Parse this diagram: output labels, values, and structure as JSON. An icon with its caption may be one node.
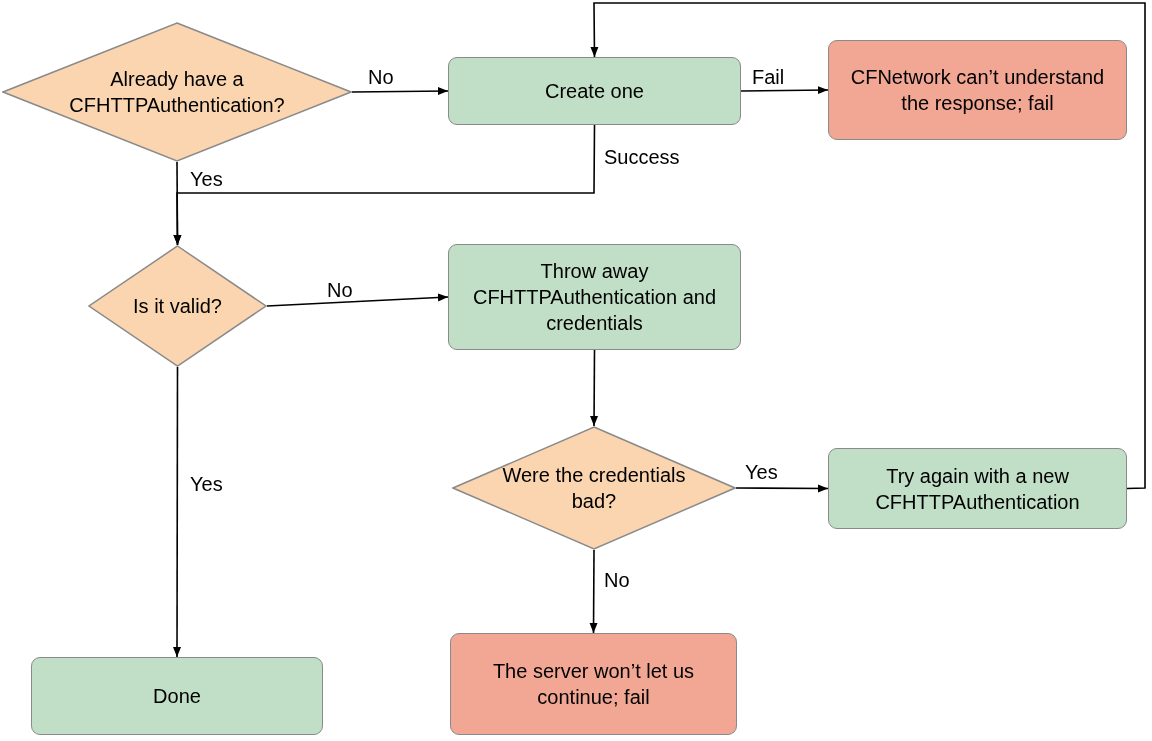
{
  "diagram": {
    "nodes": [
      {
        "text": [
          "Already have a CFHTTPAuthentication?"
        ]
      },
      {
        "text": [
          "Create one"
        ]
      },
      {
        "text": [
          "CFNetwork can’t understand the response; fail"
        ]
      },
      {
        "text": [
          "Is it valid?"
        ]
      },
      {
        "text": [
          "Throw away CFHTTPAuthentication and credentials"
        ]
      },
      {
        "text": [
          "Were the credentials bad?"
        ]
      },
      {
        "text": [
          "Try again with a new CFHTTPAuthentication"
        ]
      },
      {
        "text": [
          "Done"
        ]
      },
      {
        "text": [
          "The server won’t let us continue; fail"
        ]
      }
    ],
    "edges": [
      {
        "from": 0,
        "to": 1,
        "arrow": "to",
        "label": "No"
      },
      {
        "from": 1,
        "to": 2,
        "arrow": "to",
        "label": "Fail"
      },
      {
        "from": 1,
        "to": 3,
        "arrow": "to",
        "label": "Success"
      },
      {
        "from": 0,
        "to": 3,
        "arrow": "to",
        "label": "Yes"
      },
      {
        "from": 3,
        "to": 4,
        "arrow": "to",
        "label": "No"
      },
      {
        "from": 4,
        "to": 5,
        "arrow": "to"
      },
      {
        "from": 5,
        "to": 6,
        "arrow": "to",
        "label": "Yes"
      },
      {
        "from": 5,
        "to": 8,
        "arrow": "to",
        "label": "No"
      },
      {
        "from": 3,
        "to": 7,
        "arrow": "to",
        "label": "Yes"
      },
      {
        "from": 6,
        "to": 1,
        "arrow": "to"
      }
    ]
  }
}
